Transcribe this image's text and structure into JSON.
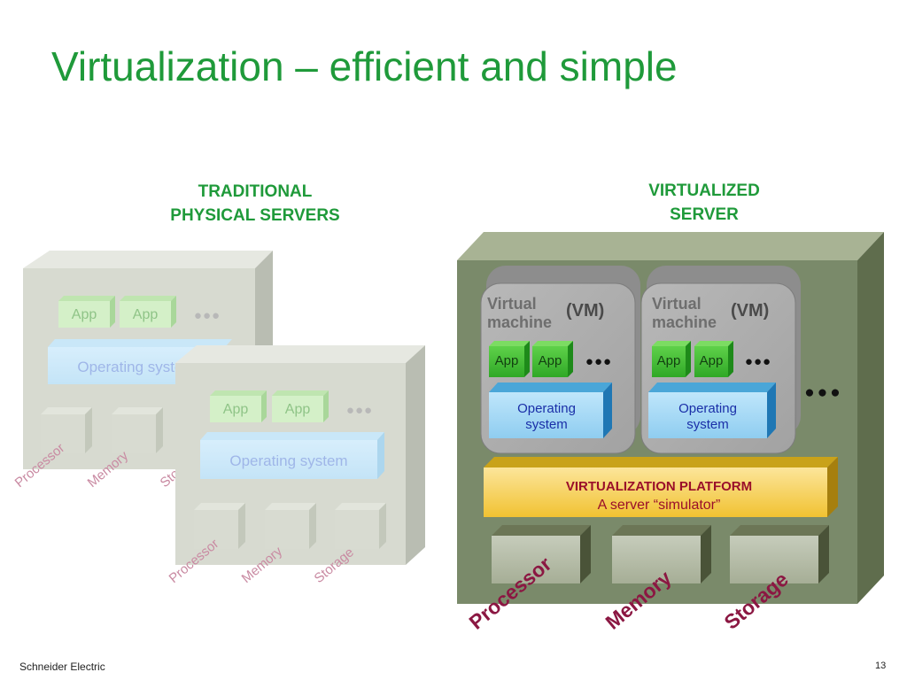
{
  "slide": {
    "title": "Virtualization – efficient and simple",
    "footer": "Schneider Electric",
    "page_number": "13"
  },
  "traditional": {
    "heading": "TRADITIONAL\nPHYSICAL  SERVERS",
    "server_back": {
      "apps": [
        "App",
        "App"
      ],
      "os": "Operating system",
      "resources": [
        "Processor",
        "Memory",
        "Storage"
      ]
    },
    "server_front": {
      "apps": [
        "App",
        "App"
      ],
      "os": "Operating system",
      "resources": [
        "Processor",
        "Memory",
        "Storage"
      ]
    }
  },
  "virtualized": {
    "heading": "VIRTUALIZED\nSERVER",
    "vms": [
      {
        "title_line1": "Virtual",
        "title_line2": "machine",
        "suffix": "(VM)",
        "apps": [
          "App",
          "App"
        ],
        "os_line1": "Operating",
        "os_line2": "system"
      },
      {
        "title_line1": "Virtual",
        "title_line2": "machine",
        "suffix": "(VM)",
        "apps": [
          "App",
          "App"
        ],
        "os_line1": "Operating",
        "os_line2": "system"
      }
    ],
    "platform": {
      "line1": "VIRTUALIZATION PLATFORM",
      "line2": "A server “simulator”"
    },
    "resources": [
      "Processor",
      "Memory",
      "Storage"
    ]
  },
  "icons": {
    "ellipsis": "●●●"
  },
  "colors": {
    "title_green": "#1f9a3a",
    "resource_label_maroon": "#8b1742",
    "faded_label_pink": "#c98aa2",
    "os_blue_text": "#1a2fa8",
    "platform_text": "#9a0f2a",
    "platform_gold": "#f1c232",
    "virtual_server_green": "#7a8a6a"
  }
}
